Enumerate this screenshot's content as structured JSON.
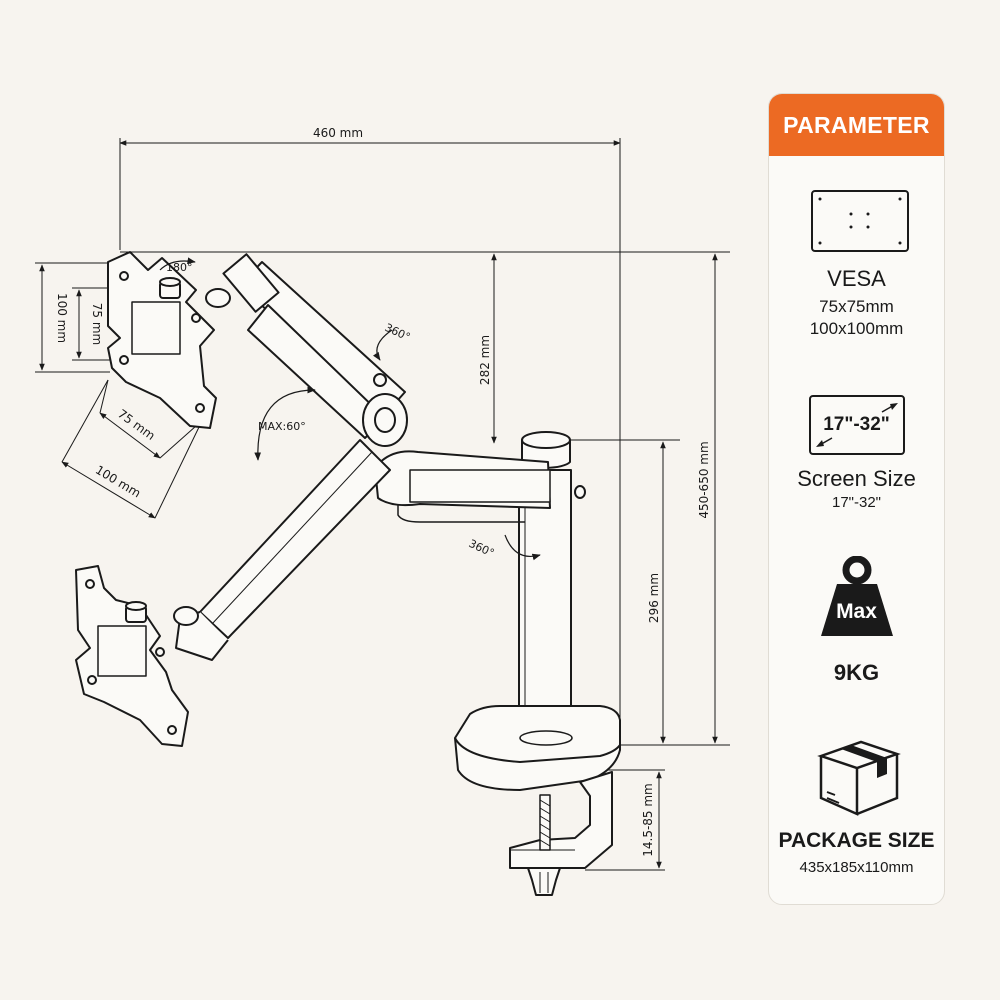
{
  "dimensions": {
    "width_top": "460 mm",
    "arm_height": "282 mm",
    "total_height": "450-650 mm",
    "pole_height": "296 mm",
    "clamp_range": "14.5-85 mm",
    "vesa_100_vertical": "100 mm",
    "vesa_75_vertical": "75 mm",
    "vesa_75_diag": "75 mm",
    "vesa_100_diag": "100 mm"
  },
  "rotations": {
    "head_swivel": "180°",
    "elbow_rotation": "360°",
    "tilt": "MAX:60°",
    "base_rotation": "360°"
  },
  "panel": {
    "header": "PARAMETER",
    "accent_color": "#ec6a23",
    "vesa": {
      "icon": "vesa-plate-icon",
      "title": "VESA",
      "line1": "75x75mm",
      "line2": "100x100mm"
    },
    "screen": {
      "icon": "screen-size-icon",
      "icon_text": "17\"-32\"",
      "title": "Screen Size",
      "value": "17\"-32\""
    },
    "weight": {
      "icon": "weight-icon",
      "icon_text": "Max",
      "value": "9KG"
    },
    "package": {
      "icon": "package-box-icon",
      "title": "PACKAGE SIZE",
      "value": "435x185x110mm"
    }
  }
}
